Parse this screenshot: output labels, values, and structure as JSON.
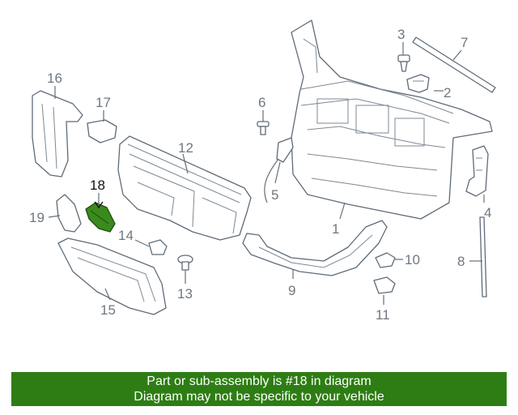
{
  "callouts": [
    {
      "id": "1",
      "label": "1"
    },
    {
      "id": "2",
      "label": "2"
    },
    {
      "id": "3",
      "label": "3"
    },
    {
      "id": "4",
      "label": "4"
    },
    {
      "id": "5",
      "label": "5"
    },
    {
      "id": "6",
      "label": "6"
    },
    {
      "id": "7",
      "label": "7"
    },
    {
      "id": "8",
      "label": "8"
    },
    {
      "id": "9",
      "label": "9"
    },
    {
      "id": "10",
      "label": "10"
    },
    {
      "id": "11",
      "label": "11"
    },
    {
      "id": "12",
      "label": "12"
    },
    {
      "id": "13",
      "label": "13"
    },
    {
      "id": "14",
      "label": "14"
    },
    {
      "id": "15",
      "label": "15"
    },
    {
      "id": "16",
      "label": "16"
    },
    {
      "id": "17",
      "label": "17"
    },
    {
      "id": "18",
      "label": "18"
    },
    {
      "id": "19",
      "label": "19"
    }
  ],
  "highlight": {
    "part": "18",
    "color": "#3a8a1e"
  },
  "banner": {
    "line1": "Part or sub-assembly is #18 in diagram",
    "line2": "Diagram may not be specific to your vehicle",
    "color": "#2e7d14"
  }
}
